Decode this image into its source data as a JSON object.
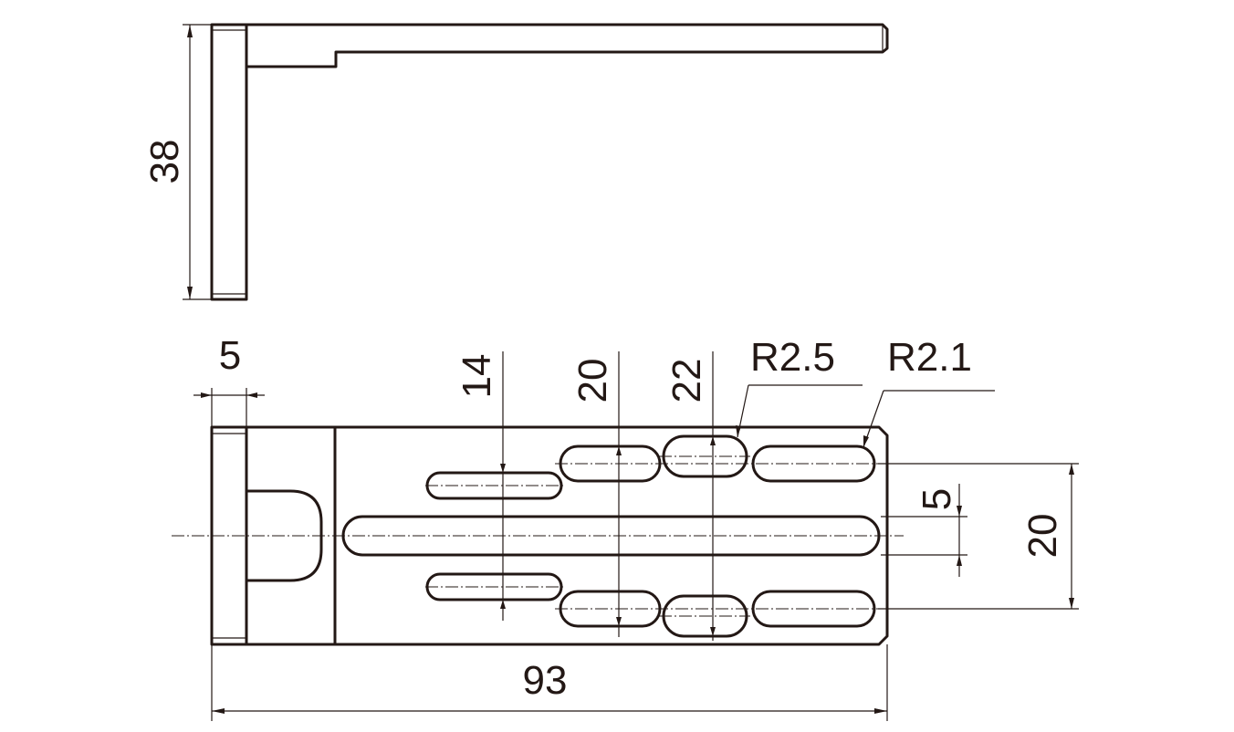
{
  "dimensions": {
    "height": "38",
    "flange": "5",
    "slot_14": "14",
    "slot_20": "20",
    "slot_22": "22",
    "radius_large": "R2.5",
    "radius_small": "R2.1",
    "slot_width": "5",
    "row_spacing": "20",
    "length": "93"
  }
}
